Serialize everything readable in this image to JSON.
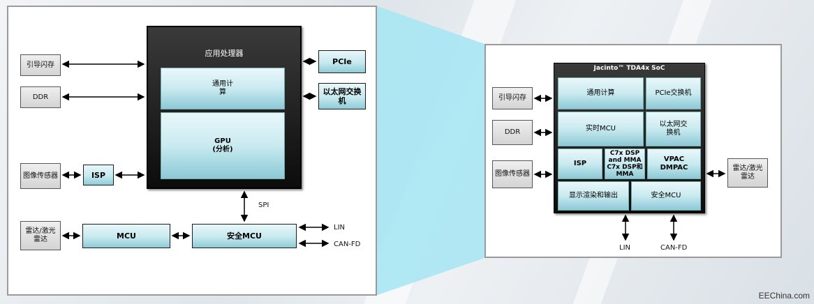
{
  "colors": {
    "accent": "#8fcbd6",
    "dark": "#111111",
    "callout": "#a9e6f3"
  },
  "left": {
    "boot_flash": "引导闪存",
    "ddr": "DDR",
    "image_sensor": "图像传感器",
    "isp": "ISP",
    "radar": "雷达/激光雷达",
    "mcu": "MCU",
    "app_processor": "应用处理器",
    "general_compute": "通用计算",
    "gpu": "GPU",
    "gpu_sub": "(分析)",
    "pcie": "PCIe",
    "ethernet_switch": "以太网交换机",
    "safety_mcu": "安全MCU",
    "spi": "SPI",
    "lin": "LIN",
    "can_fd": "CAN-FD"
  },
  "right": {
    "soc_title": "Jacinto™ TDA4x SoC",
    "boot_flash": "引导闪存",
    "ddr": "DDR",
    "image_sensor": "图像传感器",
    "radar": "雷达/激光雷达",
    "general_compute": "通用计算",
    "pcie_switch": "PCIe交换机",
    "realtime_mcu": "实时MCU",
    "ethernet_switch": "以太网交换机",
    "isp": "ISP",
    "dsp": "C7x DSP and MMA C7x DSP和 MMA",
    "vpac": "VPAC DMPAC",
    "display": "显示渲染和输出",
    "safety_mcu": "安全MCU",
    "lin": "LIN",
    "can_fd": "CAN-FD"
  },
  "watermark": "EEChina.com"
}
